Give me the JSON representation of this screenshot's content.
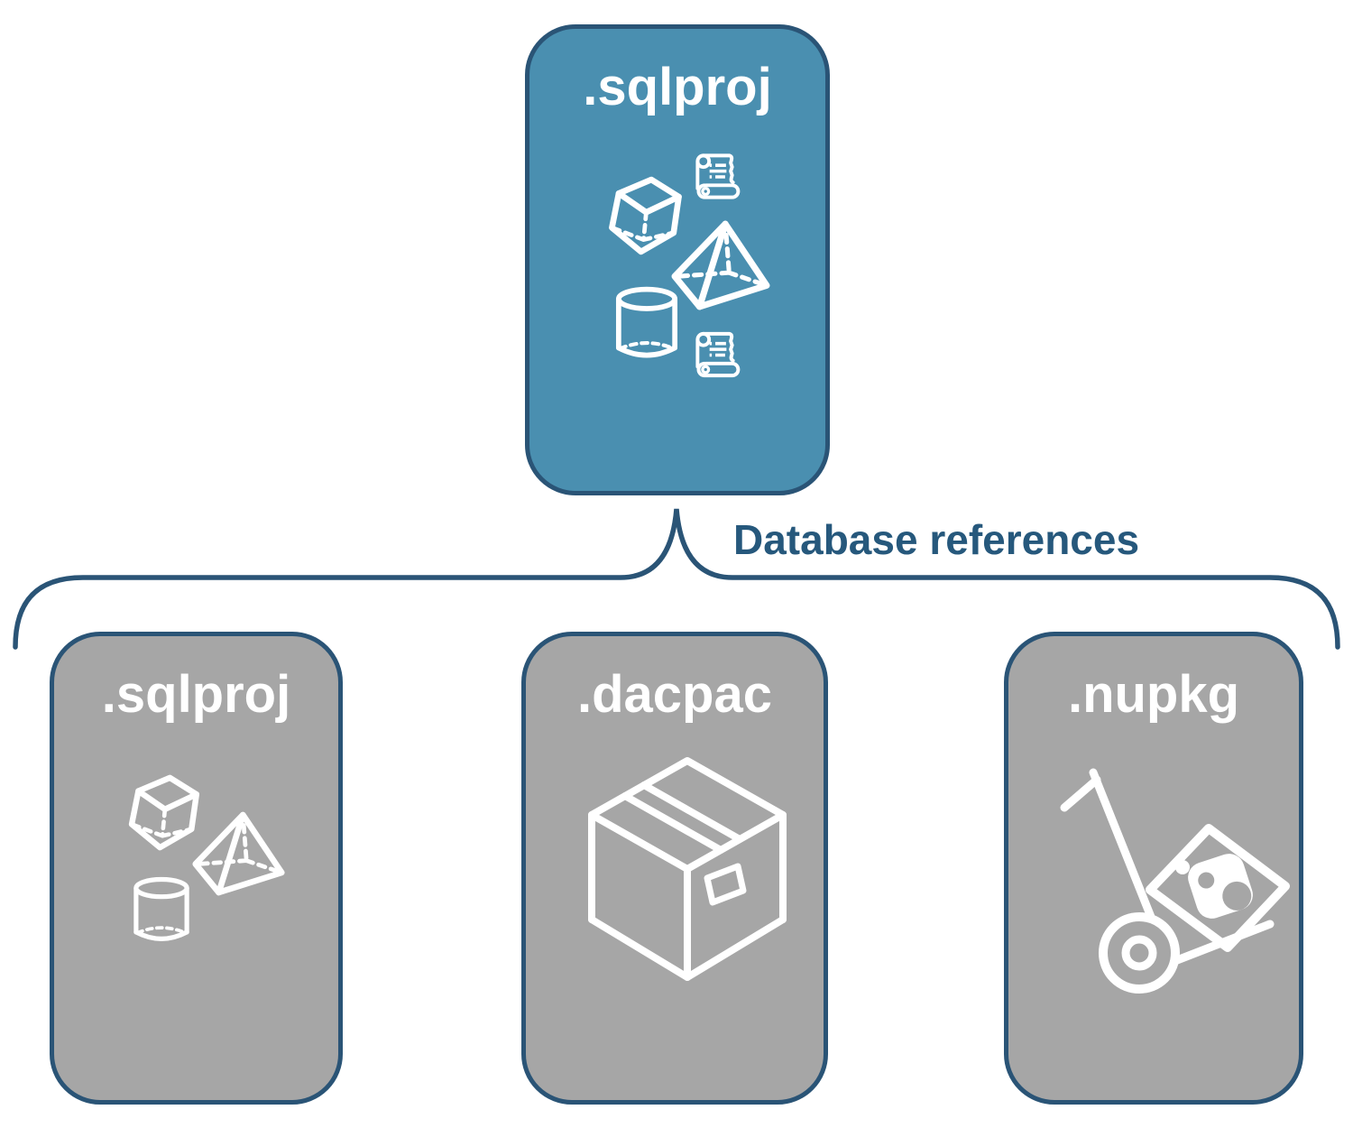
{
  "diagram": {
    "parent": {
      "label": ".sqlproj",
      "icons": [
        "cube-icon",
        "script-scroll-icon",
        "pyramid-icon",
        "cylinder-icon",
        "script-scroll-icon"
      ]
    },
    "connector": {
      "label": "Database references"
    },
    "children": [
      {
        "label": ".sqlproj",
        "icons": [
          "cube-icon",
          "pyramid-icon",
          "cylinder-icon"
        ]
      },
      {
        "label": ".dacpac",
        "icons": [
          "package-box-icon"
        ]
      },
      {
        "label": ".nupkg",
        "icons": [
          "nuget-handtruck-icon"
        ]
      }
    ],
    "colors": {
      "parent-fill": "#4a8fb0",
      "child-fill": "#a6a6a6",
      "outline": "#2a5476",
      "label-text": "#26587c",
      "icon": "#ffffff",
      "background": "#ffffff"
    }
  }
}
